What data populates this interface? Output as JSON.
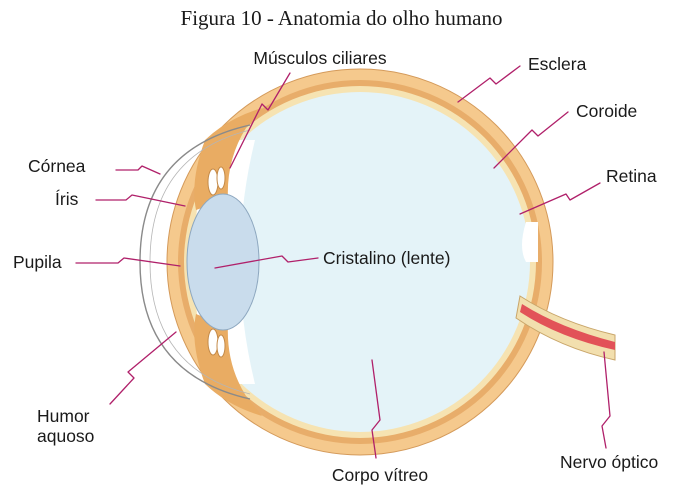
{
  "caption": "Figura 10 - Anatomia do olho humano",
  "colors": {
    "sclera": "#f5c98d",
    "choroid": "#e8ad6a",
    "retina": "#f6e3b2",
    "vitreous": "#e4f3f8",
    "lens": "#c9dcec",
    "iris": "#e9ac63",
    "optic_nerve_sheath": "#f2dfae",
    "optic_nerve_vessel": "#e25258",
    "leader": "#b0206a",
    "cornea": "#8a8a8a"
  },
  "labels": {
    "musculos_ciliares": "Músculos ciliares",
    "esclera": "Esclera",
    "coroide": "Coroide",
    "retina": "Retina",
    "cornea": "Córnea",
    "iris": "Íris",
    "pupila": "Pupila",
    "cristalino": "Cristalino (lente)",
    "humor_line1": "Humor",
    "humor_line2": "aquoso",
    "nervo_optico": "Nervo óptico",
    "corpo_vitreo": "Corpo vítreo"
  }
}
